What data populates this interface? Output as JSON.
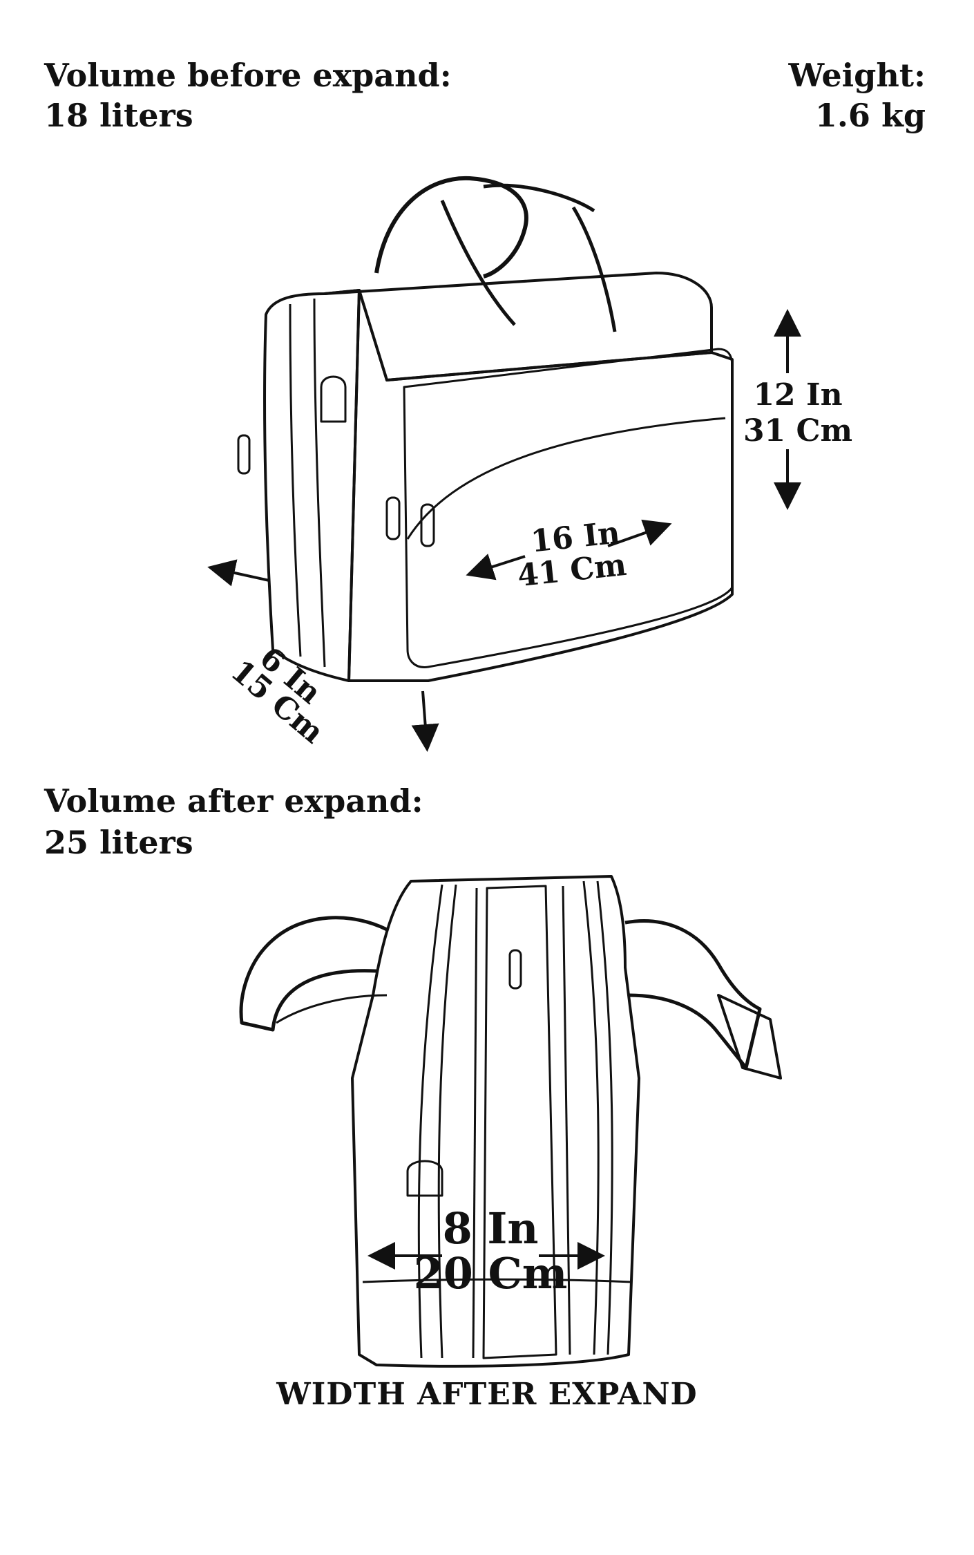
{
  "specs": {
    "volume_before_label": "Volume before expand:",
    "volume_before_value": "18 liters",
    "weight_label": "Weight:",
    "weight_value": "1.6 kg",
    "volume_after_label": "Volume after expand:",
    "volume_after_value": "25 liters"
  },
  "dimensions": {
    "height_in": "12 In",
    "height_cm": "31 Cm",
    "length_in": "16 In",
    "length_cm": "41 Cm",
    "depth_in": "6 In",
    "depth_cm": "15 Cm",
    "expanded_width_in": "8 In",
    "expanded_width_cm": "20 Cm"
  },
  "caption": "WIDTH AFTER EXPAND",
  "colors": {
    "ink": "#111111",
    "background": "#ffffff"
  }
}
